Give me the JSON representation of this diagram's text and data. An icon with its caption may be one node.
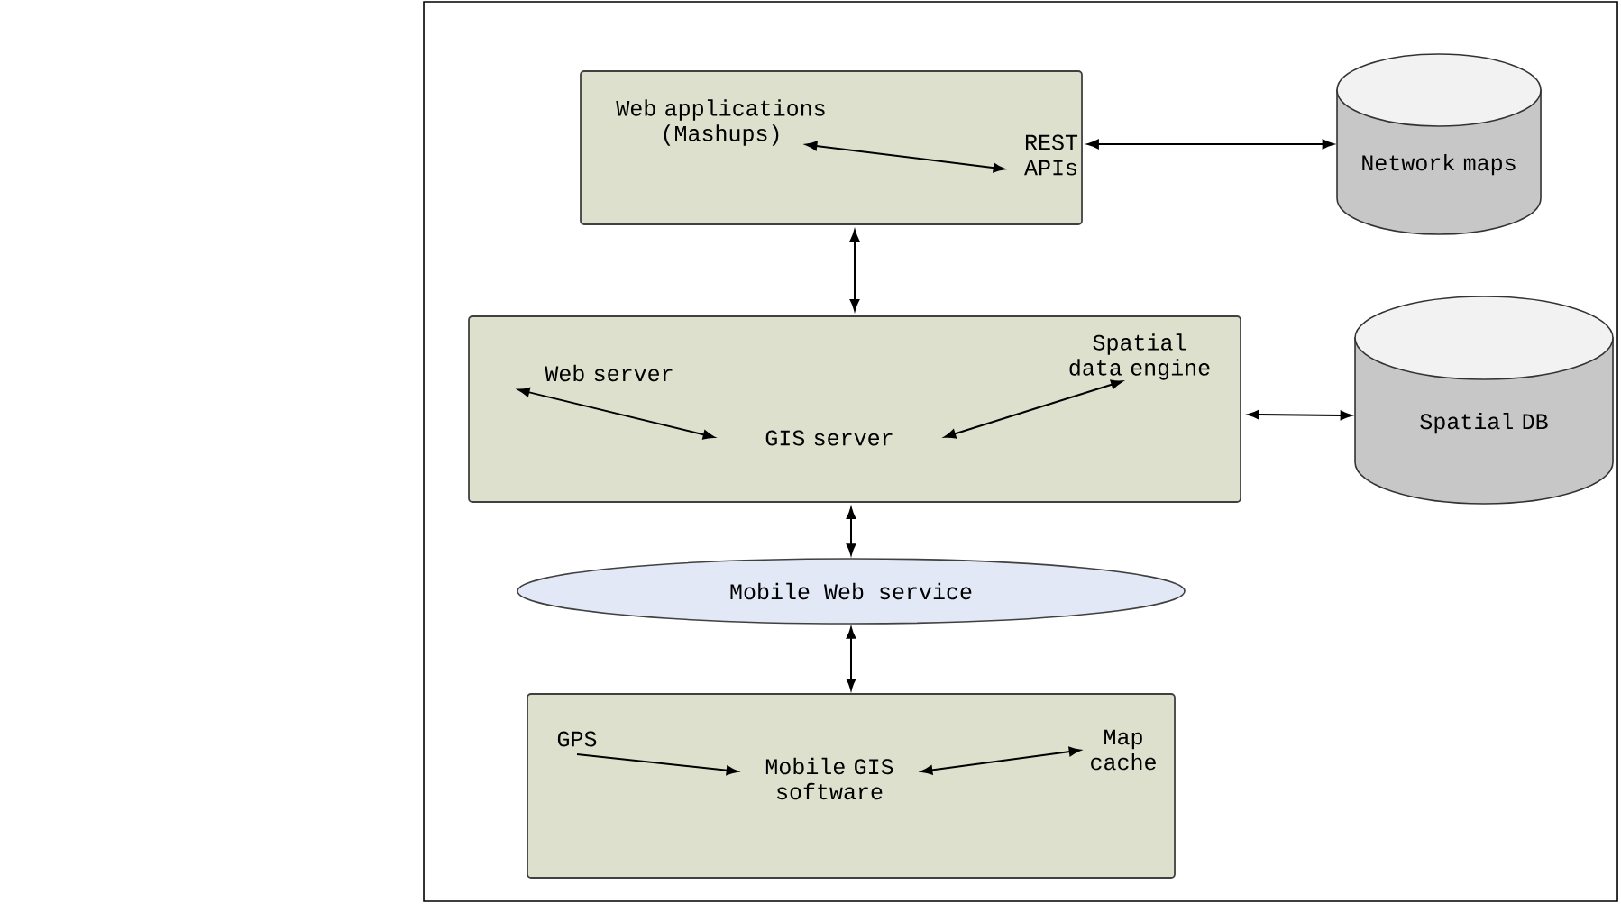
{
  "diagram": {
    "nodes": [
      {
        "text": [],
        "shape": "box"
      },
      {
        "text": [
          "Web applications (Mashups)"
        ],
        "in": 0
      },
      {
        "text": [
          "REST APIs"
        ],
        "in": 0
      },
      {
        "text": [
          "Network maps"
        ]
      },
      {
        "text": [],
        "shape": "box"
      },
      {
        "text": [
          "Web server"
        ],
        "in": 4
      },
      {
        "text": [
          "Spatial data engine"
        ],
        "in": 4
      },
      {
        "text": [
          "GIS server"
        ],
        "in": 4
      },
      {
        "text": [
          "Spatial DB"
        ]
      },
      {
        "text": [
          "Mobile Web service"
        ]
      },
      {
        "text": [],
        "shape": "box"
      },
      {
        "text": [
          "GPS"
        ],
        "in": 10
      },
      {
        "text": [
          "Map cache"
        ],
        "in": 10
      },
      {
        "text": [
          "Mobile GIS software"
        ],
        "in": 10
      }
    ],
    "edges": [
      {
        "from": 1,
        "to": 2,
        "arrow": "both"
      },
      {
        "from": 0,
        "to": 3,
        "arrow": "both"
      },
      {
        "from": 0,
        "to": 4,
        "arrow": "both"
      },
      {
        "from": 7,
        "to": 5,
        "arrow": "both"
      },
      {
        "from": 7,
        "to": 6,
        "arrow": "both"
      },
      {
        "from": 4,
        "to": 8,
        "arrow": "both"
      },
      {
        "from": 4,
        "to": 9,
        "arrow": "both"
      },
      {
        "from": 9,
        "to": 10,
        "arrow": "both"
      },
      {
        "from": 11,
        "to": 13,
        "arrow": "to"
      },
      {
        "from": 13,
        "to": 12,
        "arrow": "both"
      }
    ]
  }
}
